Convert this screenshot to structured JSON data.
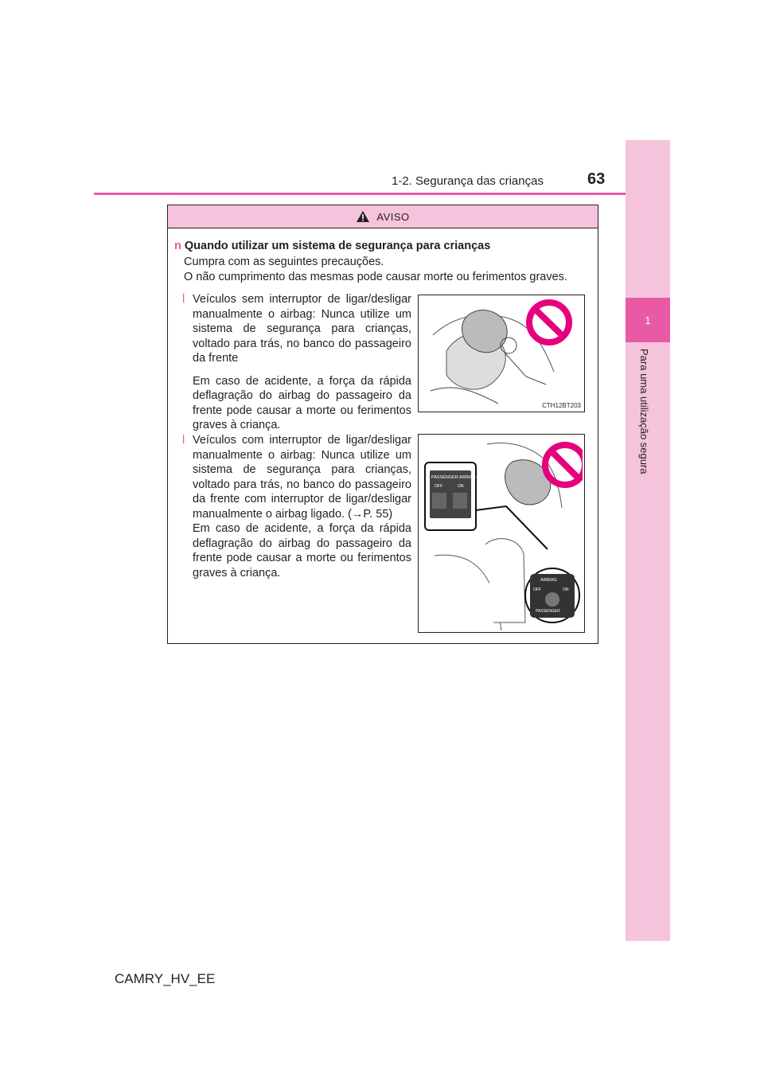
{
  "header": {
    "page_number": "63",
    "section": "1-2. Segurança das crianças"
  },
  "side_tab": {
    "number": "1",
    "label": "Para uma utilização segura"
  },
  "warning": {
    "title": "AVISO",
    "bullet": "n",
    "heading": "Quando utilizar um sistema de segurança para crianças",
    "intro_line1": "Cumpra com as seguintes precauções.",
    "intro_line2": "O não cumprimento das mesmas pode causar morte ou ferimentos graves.",
    "item_marker": "l",
    "item1": {
      "text1": "Veículos sem interruptor de ligar/desligar manualmente o airbag: Nunca utilize um sistema de segurança para crianças, voltado para trás, no banco do passageiro da frente",
      "text2": "Em caso de acidente, a força da rápida deflagração do airbag do passageiro da frente pode causar a morte ou ferimentos graves à criança.",
      "image_caption": "CTH12BT203"
    },
    "item2": {
      "text": "Veículos com interruptor de ligar/desligar manualmente o airbag: Nunca utilize um sistema de segurança para crianças, voltado para trás, no banco do passageiro da frente com interruptor de ligar/desligar manualmente o airbag ligado. (→P. 55)",
      "text2": "Em caso de acidente, a força da rápida deflagração do airbag do passageiro da frente pode causar a morte ou ferimentos graves à criança."
    },
    "labels": {
      "passenger_airbag": "PASSENGER AIRBAG",
      "off": "OFF",
      "on": "ON",
      "airbag": "AIRBAG",
      "passenger": "PASSENGER"
    }
  },
  "footer": {
    "code": "CAMRY_HV_EE"
  }
}
